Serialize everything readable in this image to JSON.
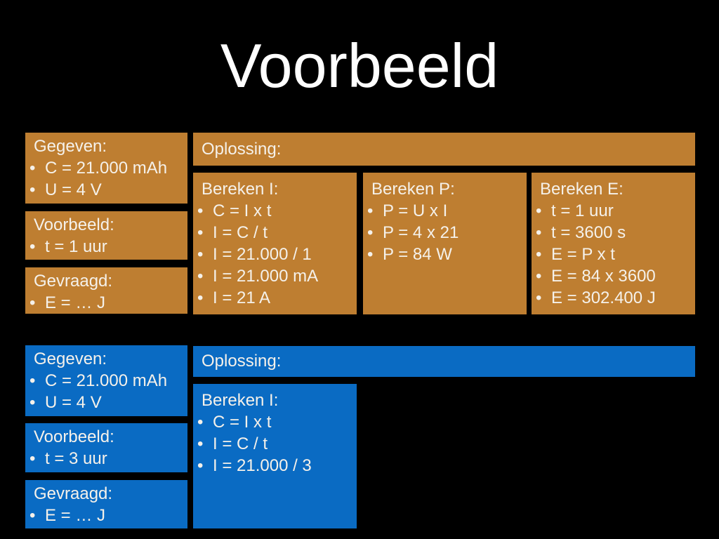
{
  "slide": {
    "title": "Voorbeeld"
  },
  "colors": {
    "background": "#000000",
    "orange": "#be7e31",
    "blue": "#0a6bc3",
    "text": "#f5f1ea",
    "title_text": "#ffffff"
  },
  "sections": [
    {
      "name": "example-1-orange",
      "left_boxes": [
        {
          "header": "Gegeven:",
          "items": [
            "C = 21.000 mAh",
            "U = 4 V"
          ]
        },
        {
          "header": "Voorbeeld:",
          "items": [
            "t = 1 uur"
          ]
        },
        {
          "header": "Gevraagd:",
          "items": [
            "E = … J"
          ]
        }
      ],
      "solution_header": "Oplossing:",
      "solution_boxes": [
        {
          "header": "Bereken I:",
          "items": [
            "C = I x t",
            "I = C / t",
            "I = 21.000 / 1",
            "I = 21.000 mA",
            "I = 21 A"
          ]
        },
        {
          "header": "Bereken P:",
          "items": [
            "P = U x I",
            "P = 4 x 21",
            "P = 84 W"
          ]
        },
        {
          "header": "Bereken E:",
          "items": [
            "t = 1 uur",
            "t = 3600 s",
            "E = P x t",
            "E = 84 x 3600",
            "E = 302.400 J"
          ]
        }
      ]
    },
    {
      "name": "example-2-blue",
      "left_boxes": [
        {
          "header": "Gegeven:",
          "items": [
            "C = 21.000 mAh",
            "U = 4 V"
          ]
        },
        {
          "header": "Voorbeeld:",
          "items": [
            "t = 3 uur"
          ]
        },
        {
          "header": "Gevraagd:",
          "items": [
            "E = … J"
          ]
        }
      ],
      "solution_header": "Oplossing:",
      "solution_boxes": [
        {
          "header": "Bereken I:",
          "items": [
            "C = I x t",
            "I = C / t",
            "I = 21.000 / 3"
          ]
        }
      ]
    }
  ]
}
